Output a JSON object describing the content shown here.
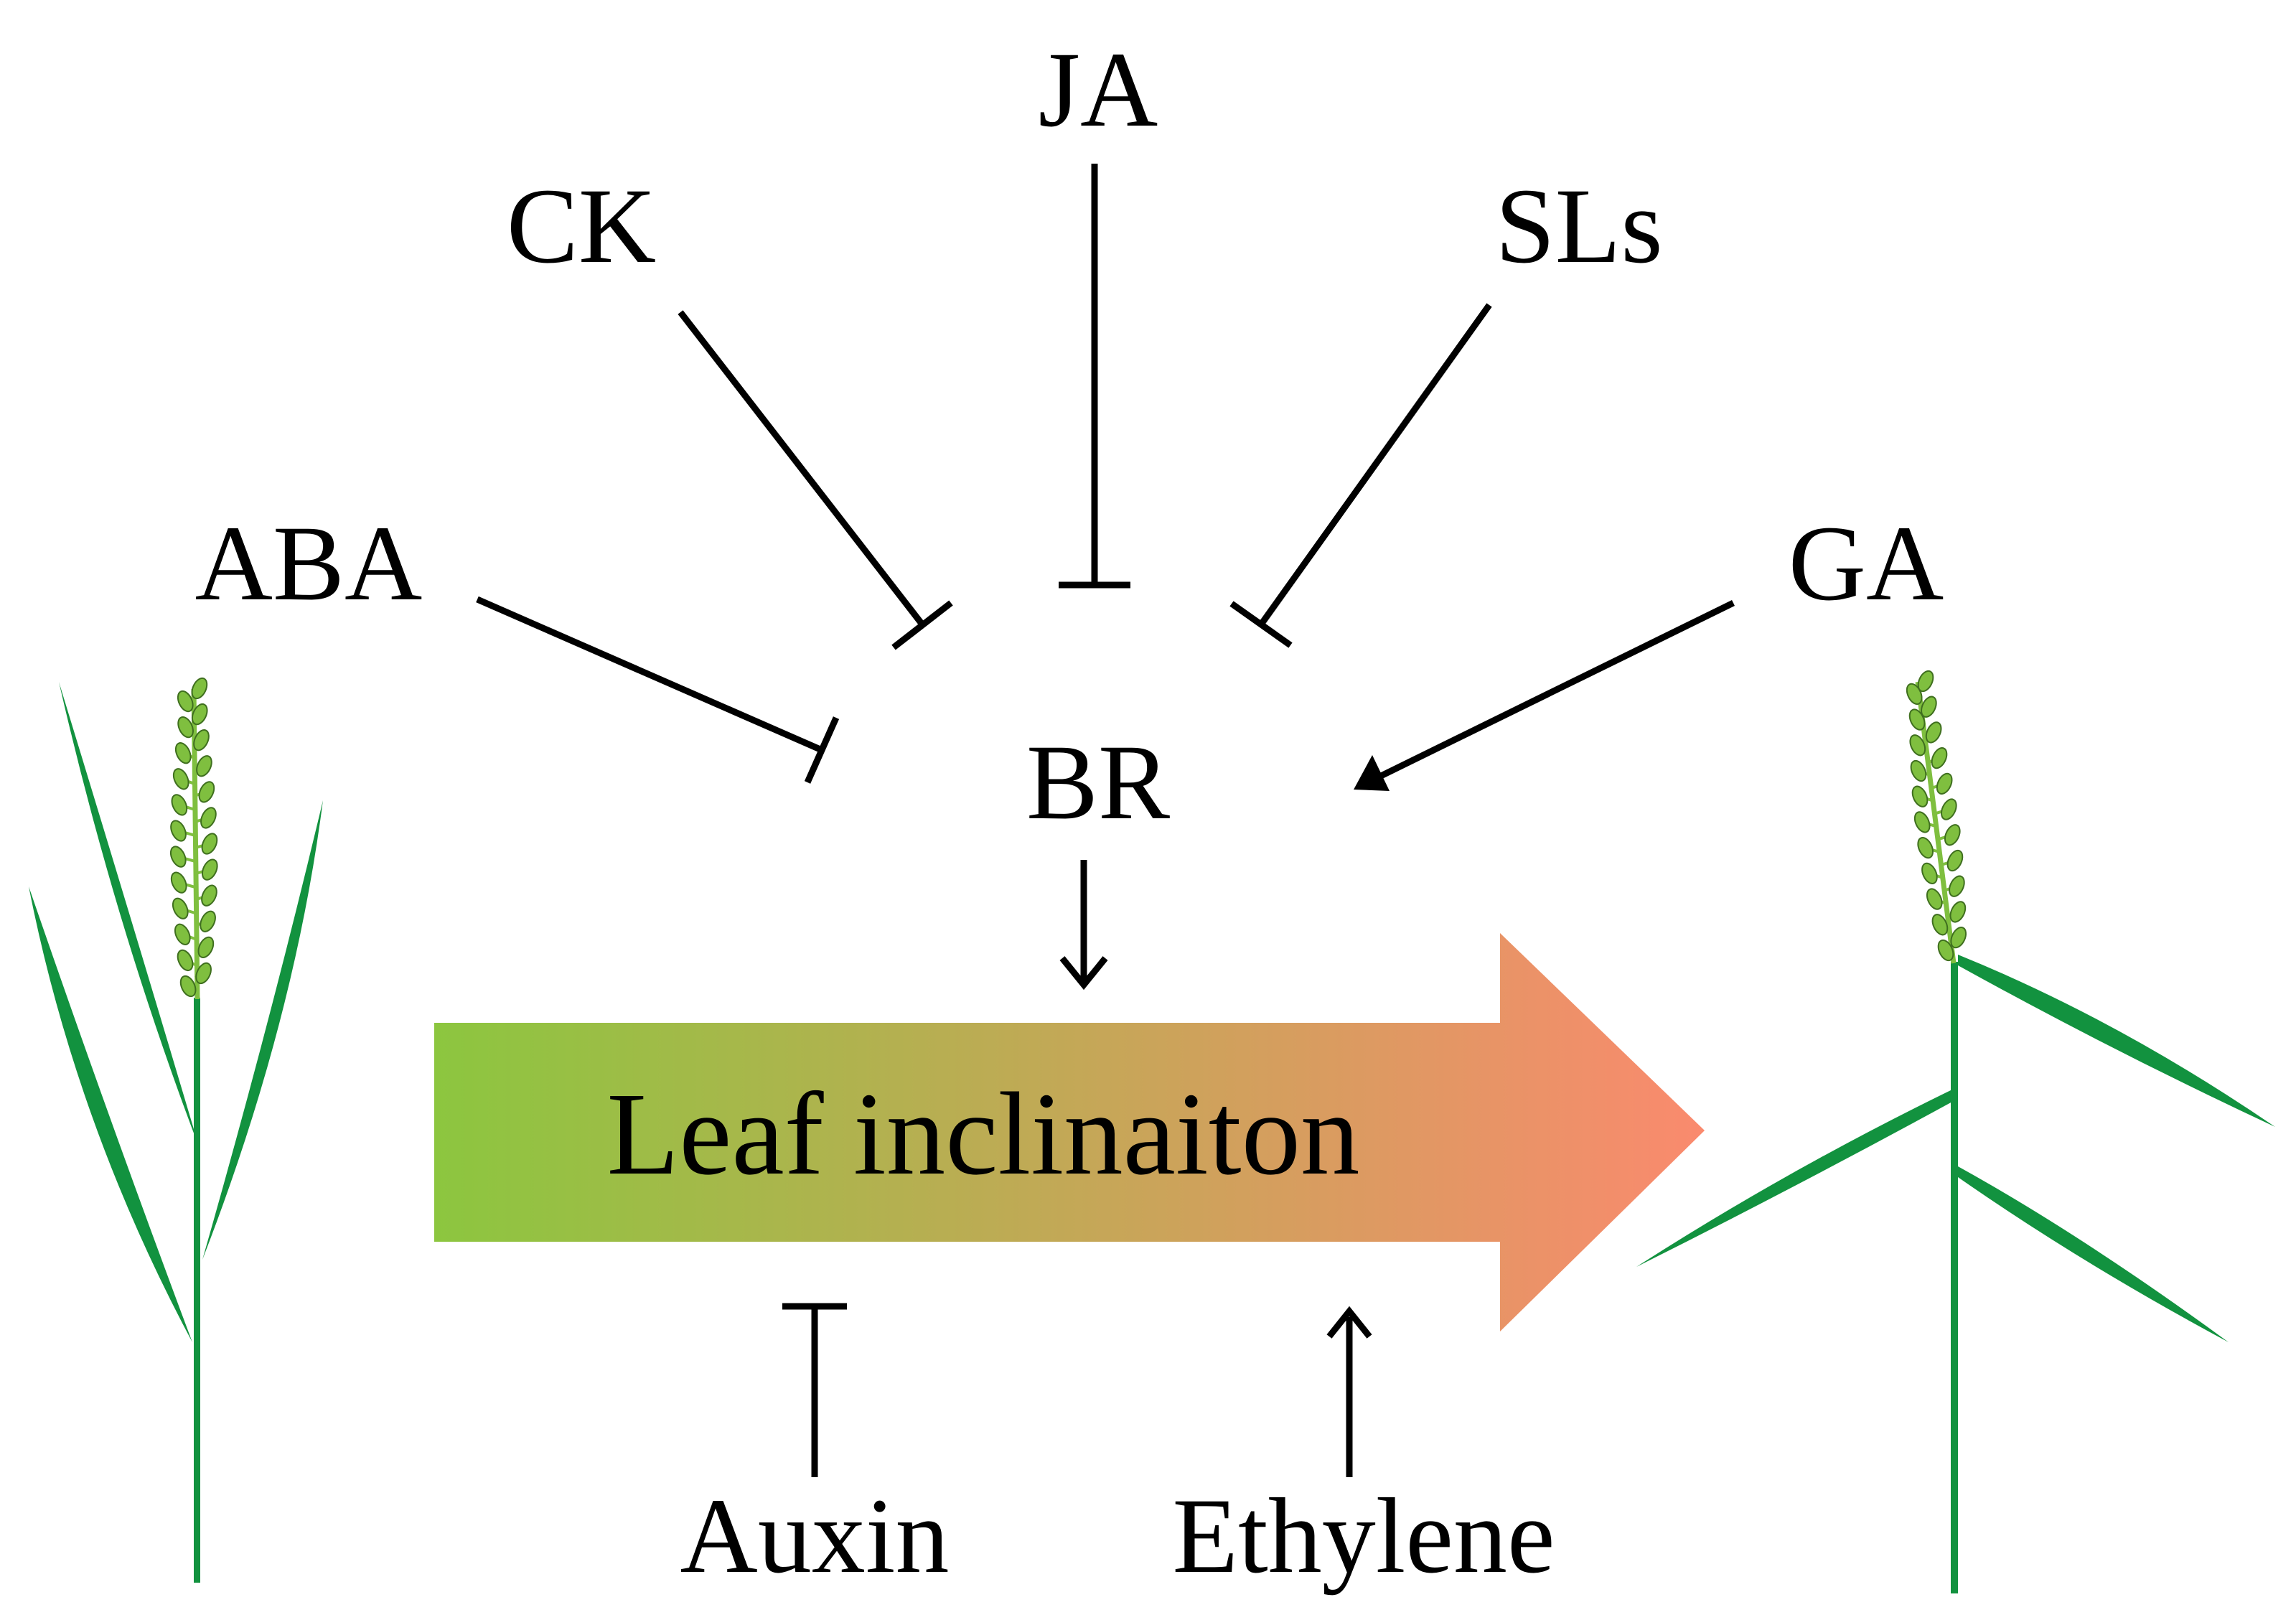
{
  "diagram": {
    "nodes": {
      "ja": "JA",
      "ck": "CK",
      "sls": "SLs",
      "aba": "ABA",
      "ga": "GA",
      "br": "BR",
      "leaf_inclination": "Leaf inclinaiton",
      "auxin": "Auxin",
      "ethylene": "Ethylene"
    },
    "relations": [
      {
        "from": "ABA",
        "to": "BR",
        "type": "inhibit"
      },
      {
        "from": "CK",
        "to": "BR",
        "type": "inhibit"
      },
      {
        "from": "JA",
        "to": "BR",
        "type": "inhibit"
      },
      {
        "from": "SLs",
        "to": "BR",
        "type": "inhibit"
      },
      {
        "from": "GA",
        "to": "BR",
        "type": "promote"
      },
      {
        "from": "BR",
        "to": "Leaf inclinaiton",
        "type": "promote"
      },
      {
        "from": "Auxin",
        "to": "Leaf inclinaiton",
        "type": "inhibit"
      },
      {
        "from": "Ethylene",
        "to": "Leaf inclinaiton",
        "type": "promote"
      }
    ],
    "colors": {
      "arrow_gradient_start": "#8cc63f",
      "arrow_gradient_end": "#fa8a6e",
      "plant_green": "#12923f",
      "panicle_green": "#7fbf3f",
      "line": "#000000"
    }
  }
}
